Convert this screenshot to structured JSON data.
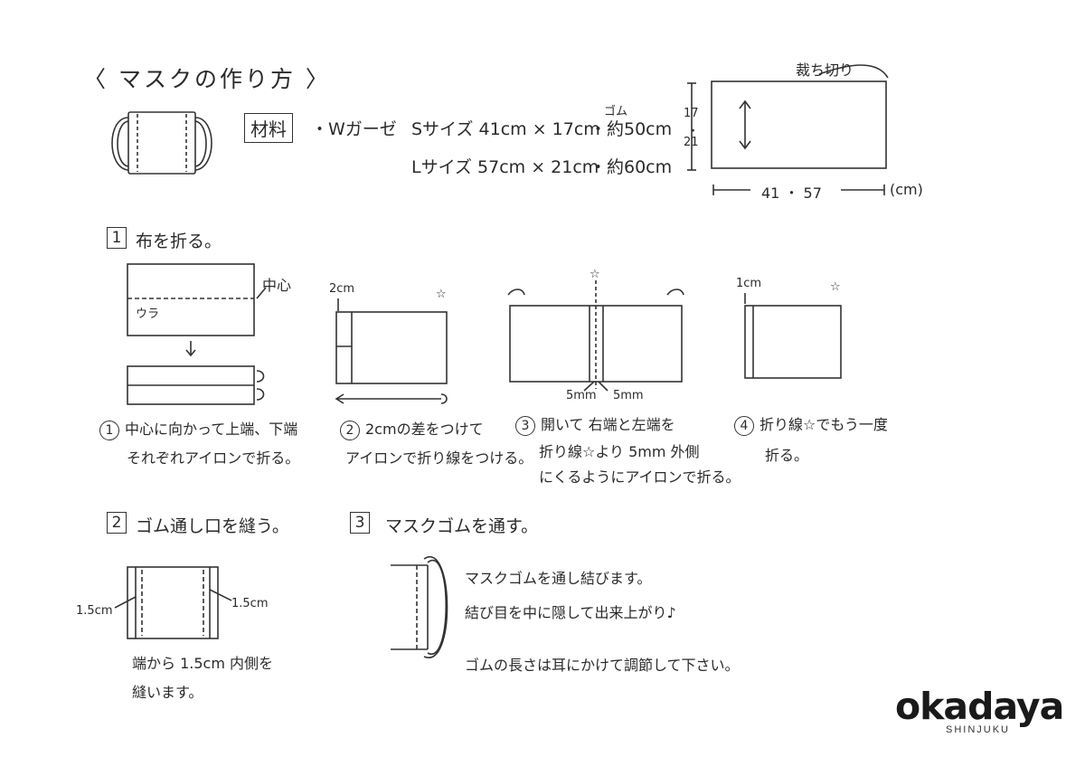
{
  "title": "〈 マスクの作り方 〉",
  "materials": {
    "label": "材料",
    "fabric": "・Wガーゼ",
    "s_size": "Sサイズ 41cm × 17cm",
    "s_elastic": "・約50cm",
    "l_size": "Lサイズ 57cm × 21cm",
    "l_elastic": "・約60cm",
    "elastic_header": "ゴム"
  },
  "cut_diagram": {
    "label": "裁ち切り",
    "height_top": "17",
    "height_sep": "・",
    "height_bottom": "21",
    "width": "41 ・ 57",
    "unit": "(cm)"
  },
  "step1": {
    "num": "1",
    "heading": "布を折る。",
    "fold_mark": "中心",
    "back_label": "ウラ",
    "cm2": "2cm",
    "cm1": "1cm",
    "mm5_left": "5mm",
    "mm5_right": "5mm",
    "star": "☆",
    "sub1_num": "1",
    "sub1_line1": "中心に向かって上端、下端",
    "sub1_line2": "それぞれアイロンで折る。",
    "sub2_num": "2",
    "sub2_line1": "2cmの差をつけて",
    "sub2_line2": "アイロンで折り線をつける。",
    "sub3_num": "3",
    "sub3_line1": "開いて 右端と左端を",
    "sub3_line2": "折り線☆より 5mm 外側",
    "sub3_line3": "にくるようにアイロンで折る。",
    "sub4_num": "4",
    "sub4_line1": "折り線☆でもう一度",
    "sub4_line2": "折る。"
  },
  "step2": {
    "num": "2",
    "heading": "ゴム通し口を縫う。",
    "left_margin": "1.5cm",
    "right_margin": "1.5cm",
    "line1": "端から 1.5cm 内側を",
    "line2": "縫います。"
  },
  "step3": {
    "num": "3",
    "heading": "マスクゴムを通す。",
    "line1": "マスクゴムを通し結びます。",
    "line2": "結び目を中に隠して出来上がり♪",
    "line3": "ゴムの長さは耳にかけて調節して下さい。"
  },
  "brand": {
    "name": "okadaya",
    "sub": "SHINJUKU"
  }
}
